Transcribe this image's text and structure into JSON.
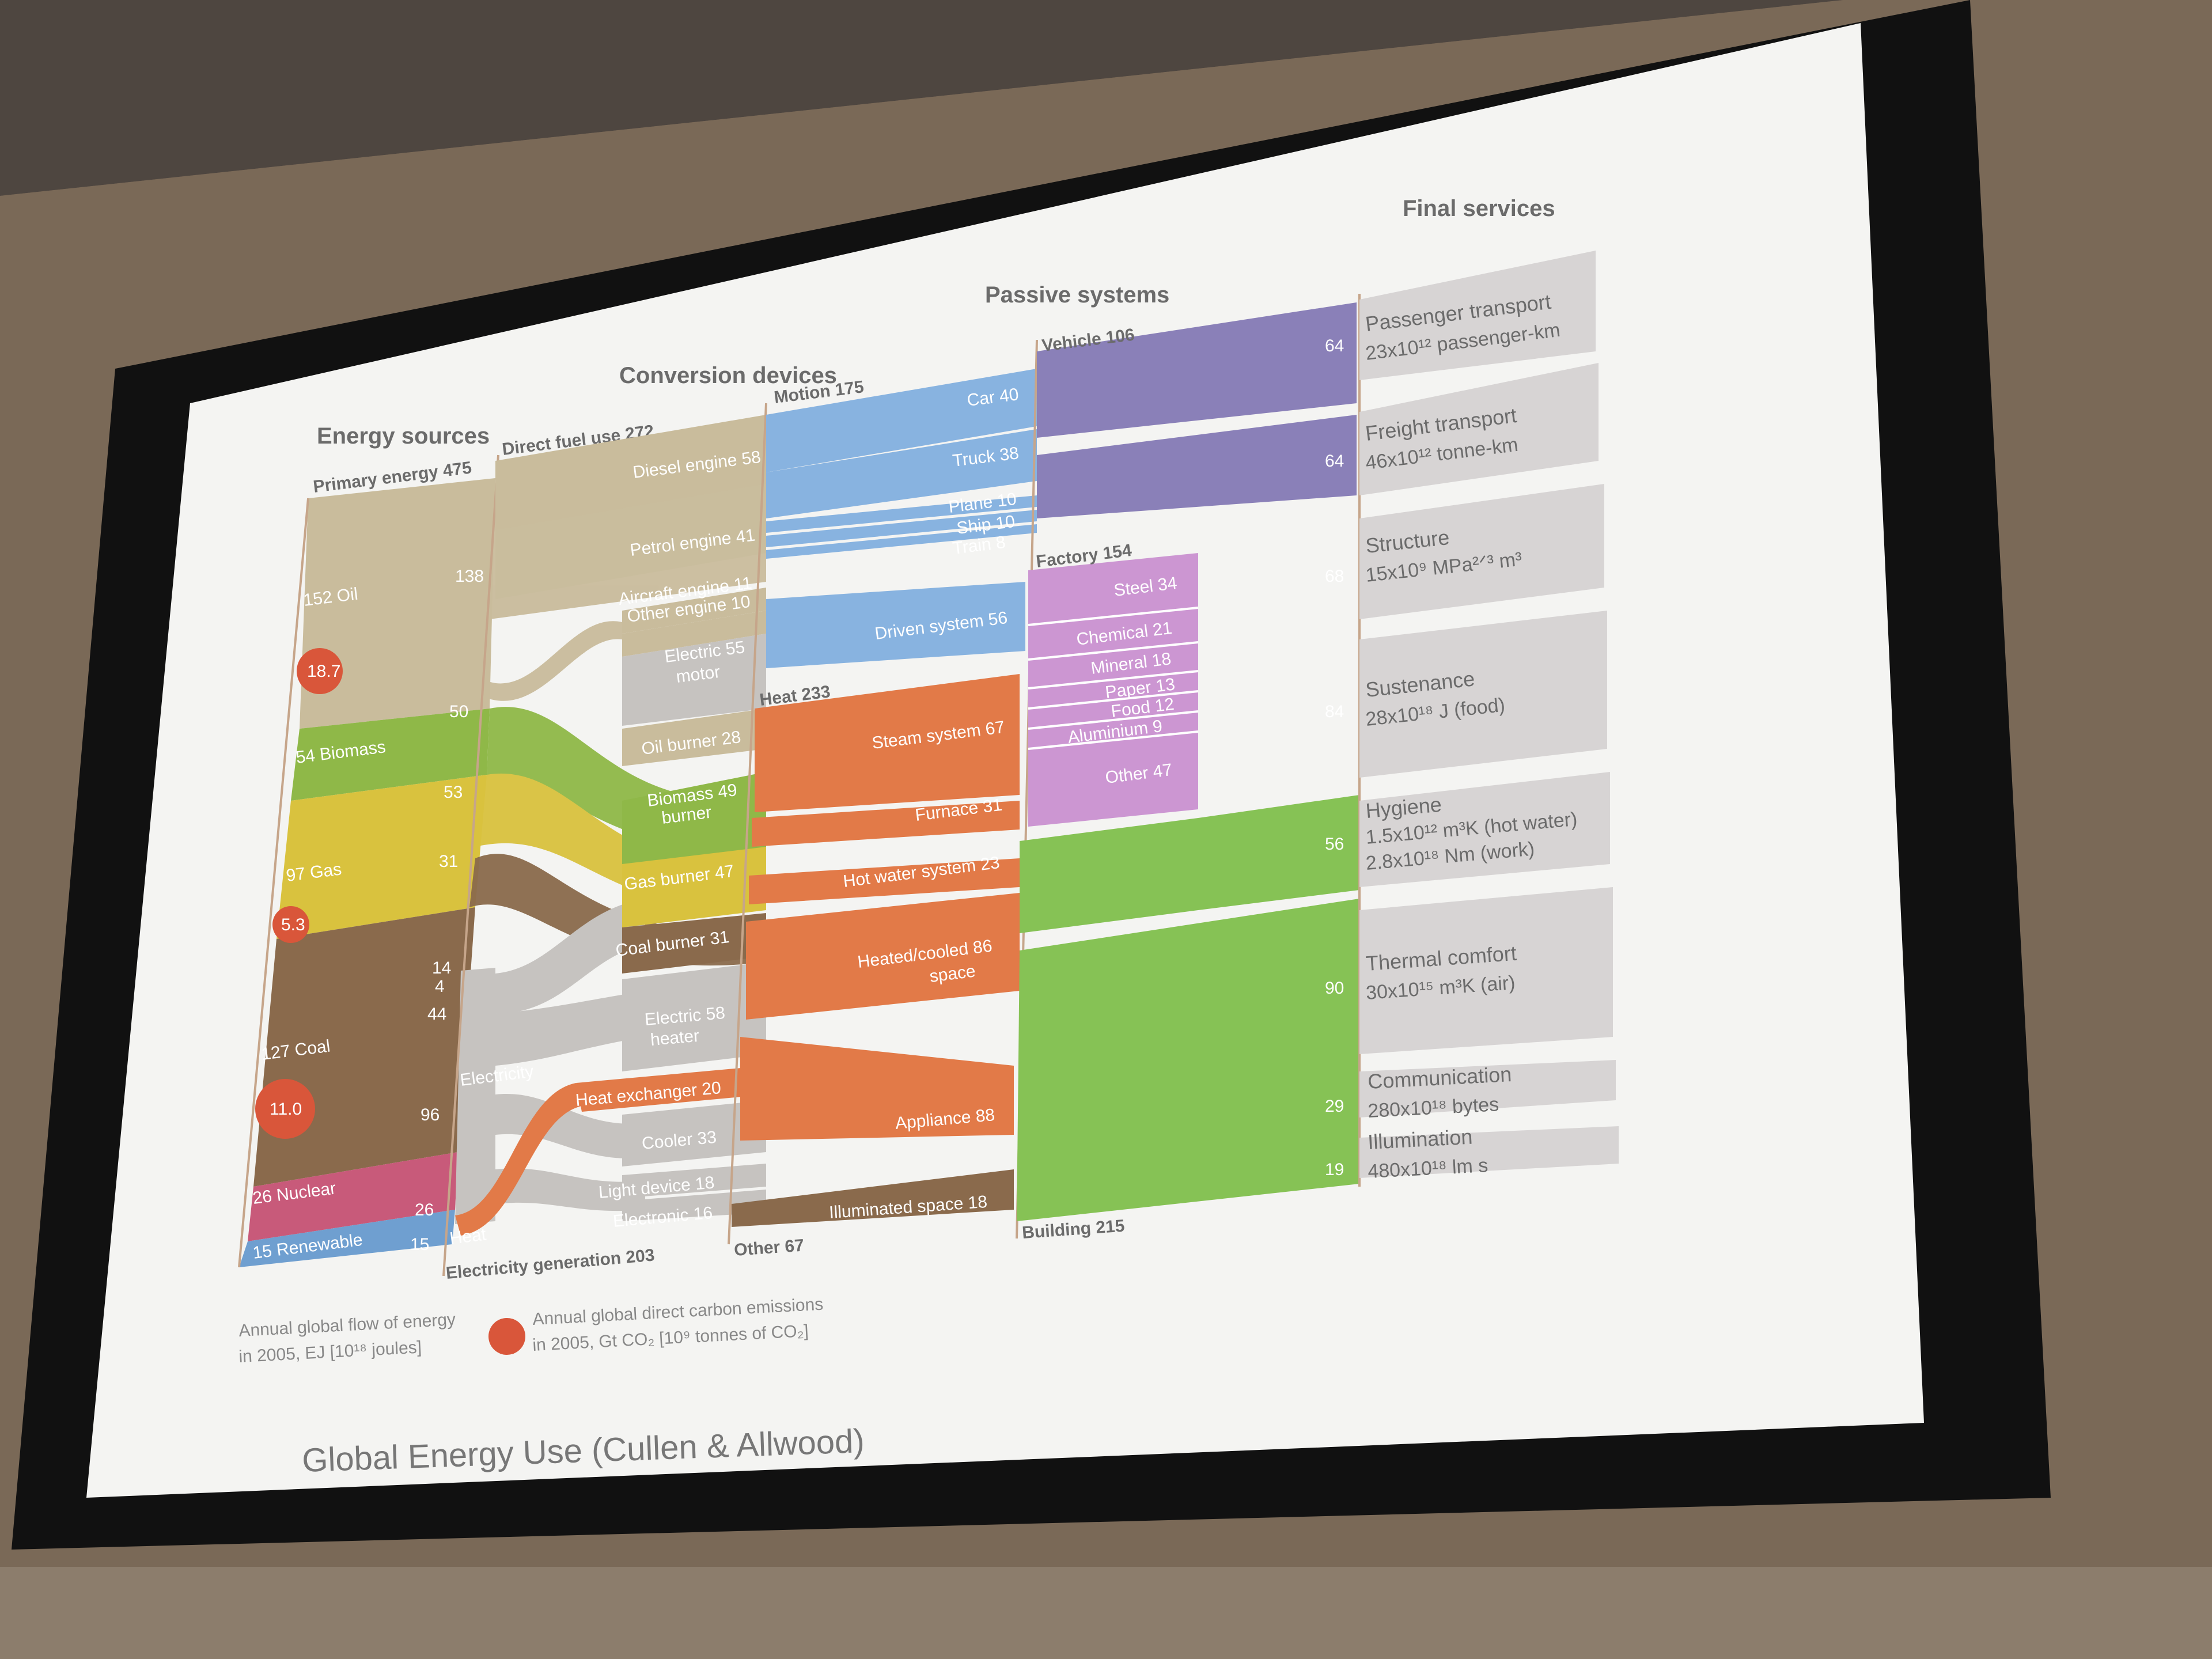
{
  "columns": {
    "energy_sources": "Energy sources",
    "conversion_devices": "Conversion devices",
    "passive_systems": "Passive systems",
    "final_services": "Final services"
  },
  "nodes": {
    "primary_energy": "Primary energy  475",
    "direct_fuel_use": "Direct fuel use  272",
    "electricity_generation": "Electricity generation  203",
    "motion": "Motion  175",
    "heat": "Heat  233",
    "other": "Other  67",
    "vehicle": "Vehicle  106",
    "factory": "Factory  154",
    "building": "Building  215",
    "electricity": "Electricity",
    "heat_small": "Heat"
  },
  "sources": [
    {
      "label": "152  Oil",
      "color": "#c9bc9c"
    },
    {
      "label": "54  Biomass",
      "color": "#8fb848"
    },
    {
      "label": "97  Gas",
      "color": "#d9c23e"
    },
    {
      "label": "127  Coal",
      "color": "#8a6a4c"
    },
    {
      "label": "26  Nuclear",
      "color": "#c85a7a"
    },
    {
      "label": "15  Renewable",
      "color": "#6f9fd0"
    }
  ],
  "emissions": [
    "18.7",
    "5.3",
    "11.0"
  ],
  "source_values": [
    "138",
    "50",
    "53",
    "31",
    "14",
    "4",
    "44",
    "96",
    "26",
    "15"
  ],
  "devices": [
    "Diesel engine  58",
    "Petrol engine  41",
    "Aircraft engine  11",
    "Other engine  10",
    "Electric  55",
    "motor",
    "Oil burner  28",
    "Biomass  49",
    "burner",
    "Gas burner  47",
    "Coal burner  31",
    "Electric  58",
    "heater",
    "Heat exchanger  20",
    "Cooler  33",
    "Light device  18",
    "Electronic  16"
  ],
  "motion_items": [
    "Car  40",
    "Truck  38",
    "Plane  10",
    "Ship  10",
    "Train  8",
    "Driven system  56"
  ],
  "heat_items": [
    "Steam system  67",
    "Furnace  31",
    "Hot water system  23",
    "Heated/cooled  86",
    "space",
    "Appliance  88",
    "Illuminated space  18"
  ],
  "factory_items": [
    "Steel  34",
    "Chemical  21",
    "Mineral  18",
    "Paper  13",
    "Food  12",
    "Aluminium  9",
    "Other  47"
  ],
  "service_values": [
    "64",
    "64",
    "68",
    "84",
    "56",
    "90",
    "29",
    "19"
  ],
  "services": [
    {
      "title": "Passenger transport",
      "sub": "23x10¹² passenger-km"
    },
    {
      "title": "Freight transport",
      "sub": "46x10¹² tonne-km"
    },
    {
      "title": "Structure",
      "sub": "15x10⁹  MPa²ᐟ³ m³"
    },
    {
      "title": "Sustenance",
      "sub": "28x10¹⁸ J (food)"
    },
    {
      "title": "Hygiene",
      "sub": "1.5x10¹² m³K (hot water)",
      "sub2": "2.8x10¹⁸ Nm (work)"
    },
    {
      "title": "Thermal comfort",
      "sub": "30x10¹⁵ m³K (air)"
    },
    {
      "title": "Communication",
      "sub": "280x10¹⁸ bytes"
    },
    {
      "title": "Illumination",
      "sub": "480x10¹⁸ lm s"
    }
  ],
  "legend": {
    "flow_line1": "Annual global flow of energy",
    "flow_line2": "in 2005, EJ  [10¹⁸ joules]",
    "carbon_line1": "Annual global direct carbon emissions",
    "carbon_line2": "in 2005, Gt CO₂  [10⁹ tonnes of CO₂]"
  },
  "caption": "Global Energy Use (Cullen & Allwood)",
  "colors": {
    "oil": "#c9bc9c",
    "biomass": "#8fb848",
    "gas": "#d9c23e",
    "coal": "#8a6a4c",
    "nuclear": "#c85a7a",
    "renewable": "#6f9fd0",
    "electricity": "#c6c3c0",
    "motion": "#88b3e0",
    "heat": "#e27a48",
    "vehicle": "#8a80b8",
    "factory": "#cc96d2",
    "building": "#86c255",
    "service_box": "#d7d4d4",
    "emission": "#d9563a"
  }
}
